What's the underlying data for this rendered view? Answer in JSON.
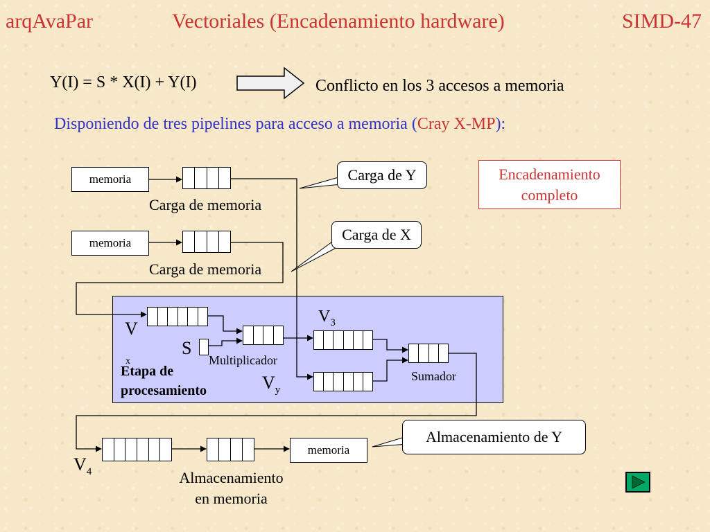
{
  "header": {
    "left": "arqAvaPar",
    "center": "Vectoriales (Encadenamiento hardware)",
    "right": "SIMD-47"
  },
  "equation": "Y(I) = S * X(I) + Y(I)",
  "conflict": "Conflicto en los 3 accesos a memoria",
  "subtitle": {
    "before": "Disponiendo de tres pipelines para acceso a memoria (",
    "highlight": "Cray X-MP",
    "after": "):"
  },
  "diagram": {
    "memory_label": "memoria",
    "load1_label": "Carga de memoria",
    "load2_label": "Carga de memoria",
    "callout_y": "Carga de Y",
    "callout_x": "Carga de X",
    "chaining_line1": "Encadenamiento",
    "chaining_line2": "completo",
    "vx_main": "V",
    "vx_sub": "x",
    "s_label": "S",
    "multiplier": "Multiplicador",
    "v3_main": "V",
    "v3_sub": "3",
    "vy_main": "V",
    "vy_sub": "y",
    "adder": "Sumador",
    "stage_line1": "Etapa de",
    "stage_line2": "procesamiento",
    "v4_main": "V",
    "v4_sub": "4",
    "store_line1": "Almacenamiento",
    "store_line2": "en  memoria",
    "store_memory": "memoria",
    "callout_store": "Almacenamiento de Y"
  },
  "colors": {
    "title": "#cc3333",
    "subtitle": "#3333cc",
    "highlight": "#cc3333",
    "panel": "#ccccff",
    "nav_button": "#00aa66"
  },
  "nav": {
    "icon": "play-next-icon"
  }
}
